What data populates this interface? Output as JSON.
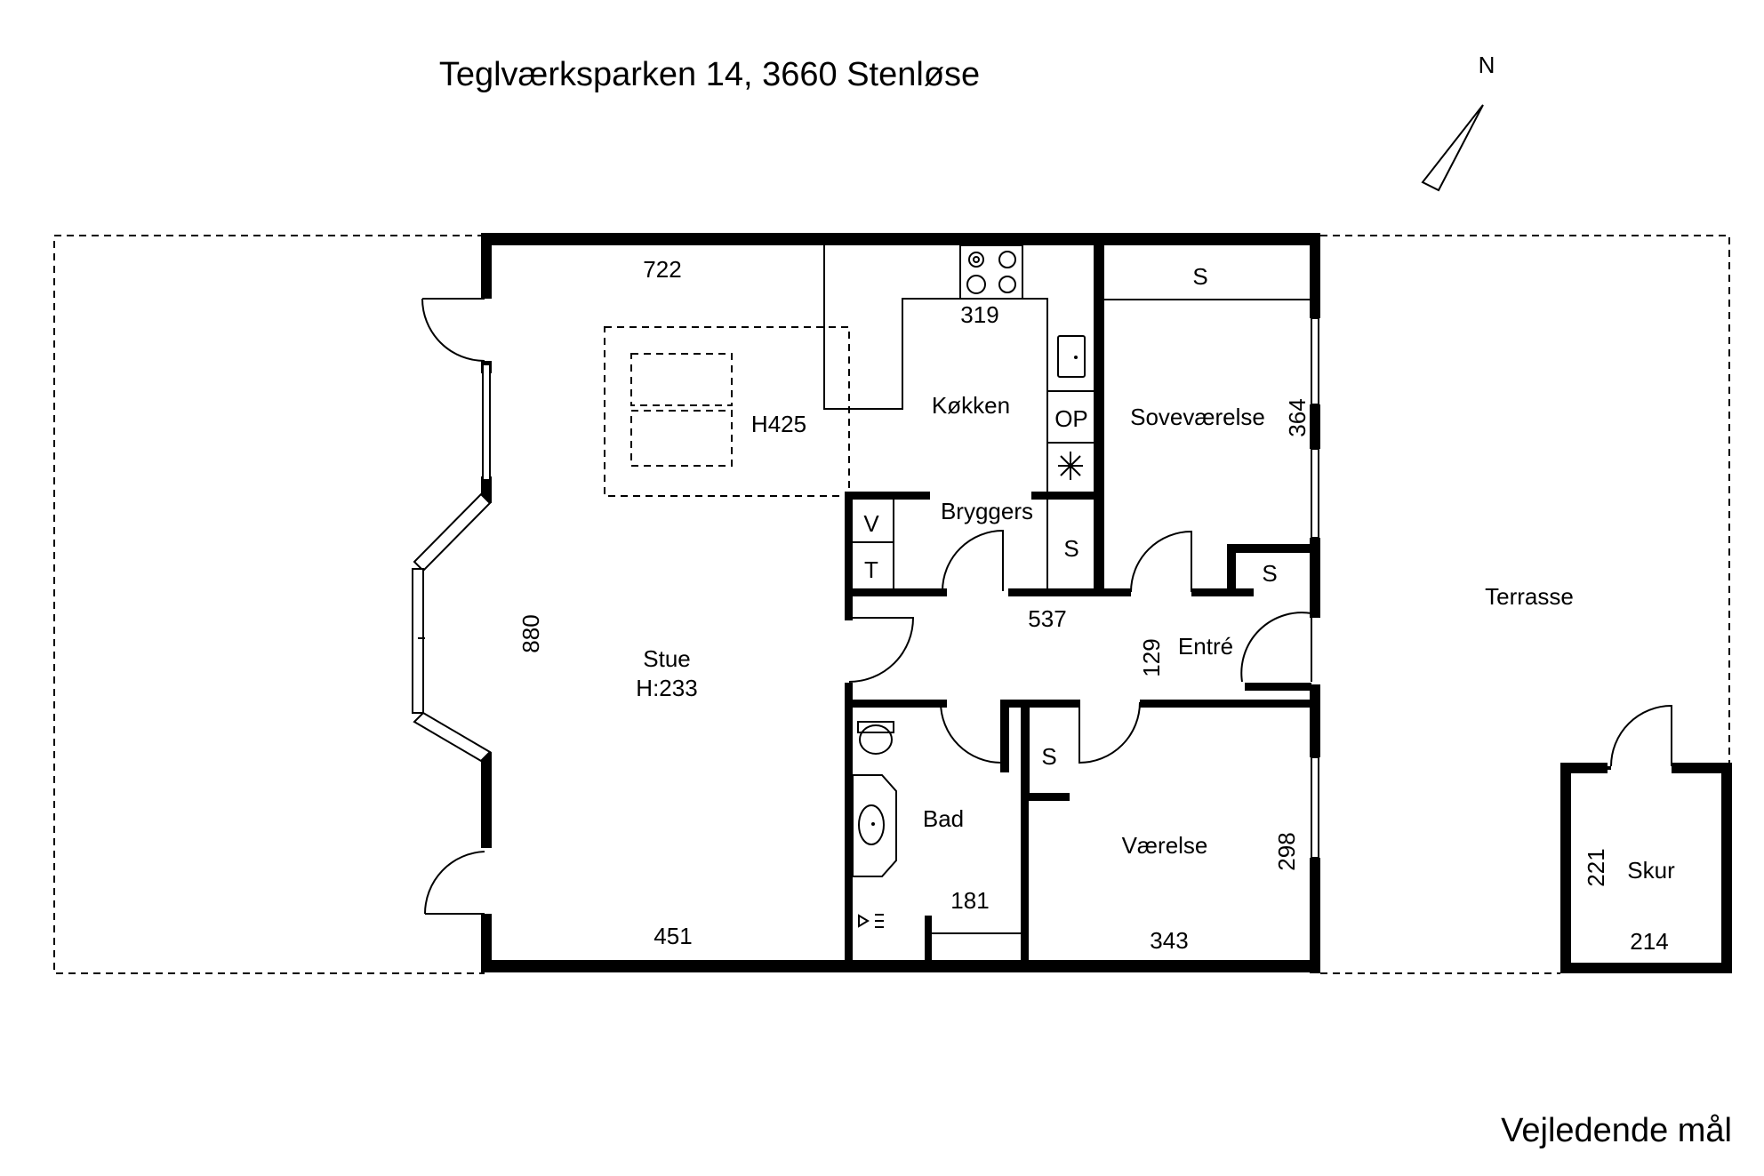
{
  "title": "Teglværksparken 14, 3660 Stenløse",
  "footer": "Vejledende mål",
  "north": "N",
  "rooms": {
    "stue": "Stue",
    "stue_height": "H:233",
    "kokken": "Køkken",
    "bryggers": "Bryggers",
    "sovevaerelse": "Soveværelse",
    "entre": "Entré",
    "bad": "Bad",
    "vaerelse": "Værelse",
    "terrasse": "Terrasse",
    "skur": "Skur",
    "loft": "H425"
  },
  "dimensions": {
    "top_left": "722",
    "kitchen": "319",
    "stue_height_dim": "880",
    "stue_bottom": "451",
    "sove": "364",
    "entre_width": "537",
    "entre_height": "129",
    "bad": "181",
    "vaerelse_w": "343",
    "vaerelse_h": "298",
    "skur_h": "221",
    "skur_w": "214"
  },
  "fixtures": {
    "s1": "S",
    "s2": "S",
    "s3": "S",
    "s4": "S",
    "op": "OP",
    "v": "V",
    "t": "T"
  }
}
